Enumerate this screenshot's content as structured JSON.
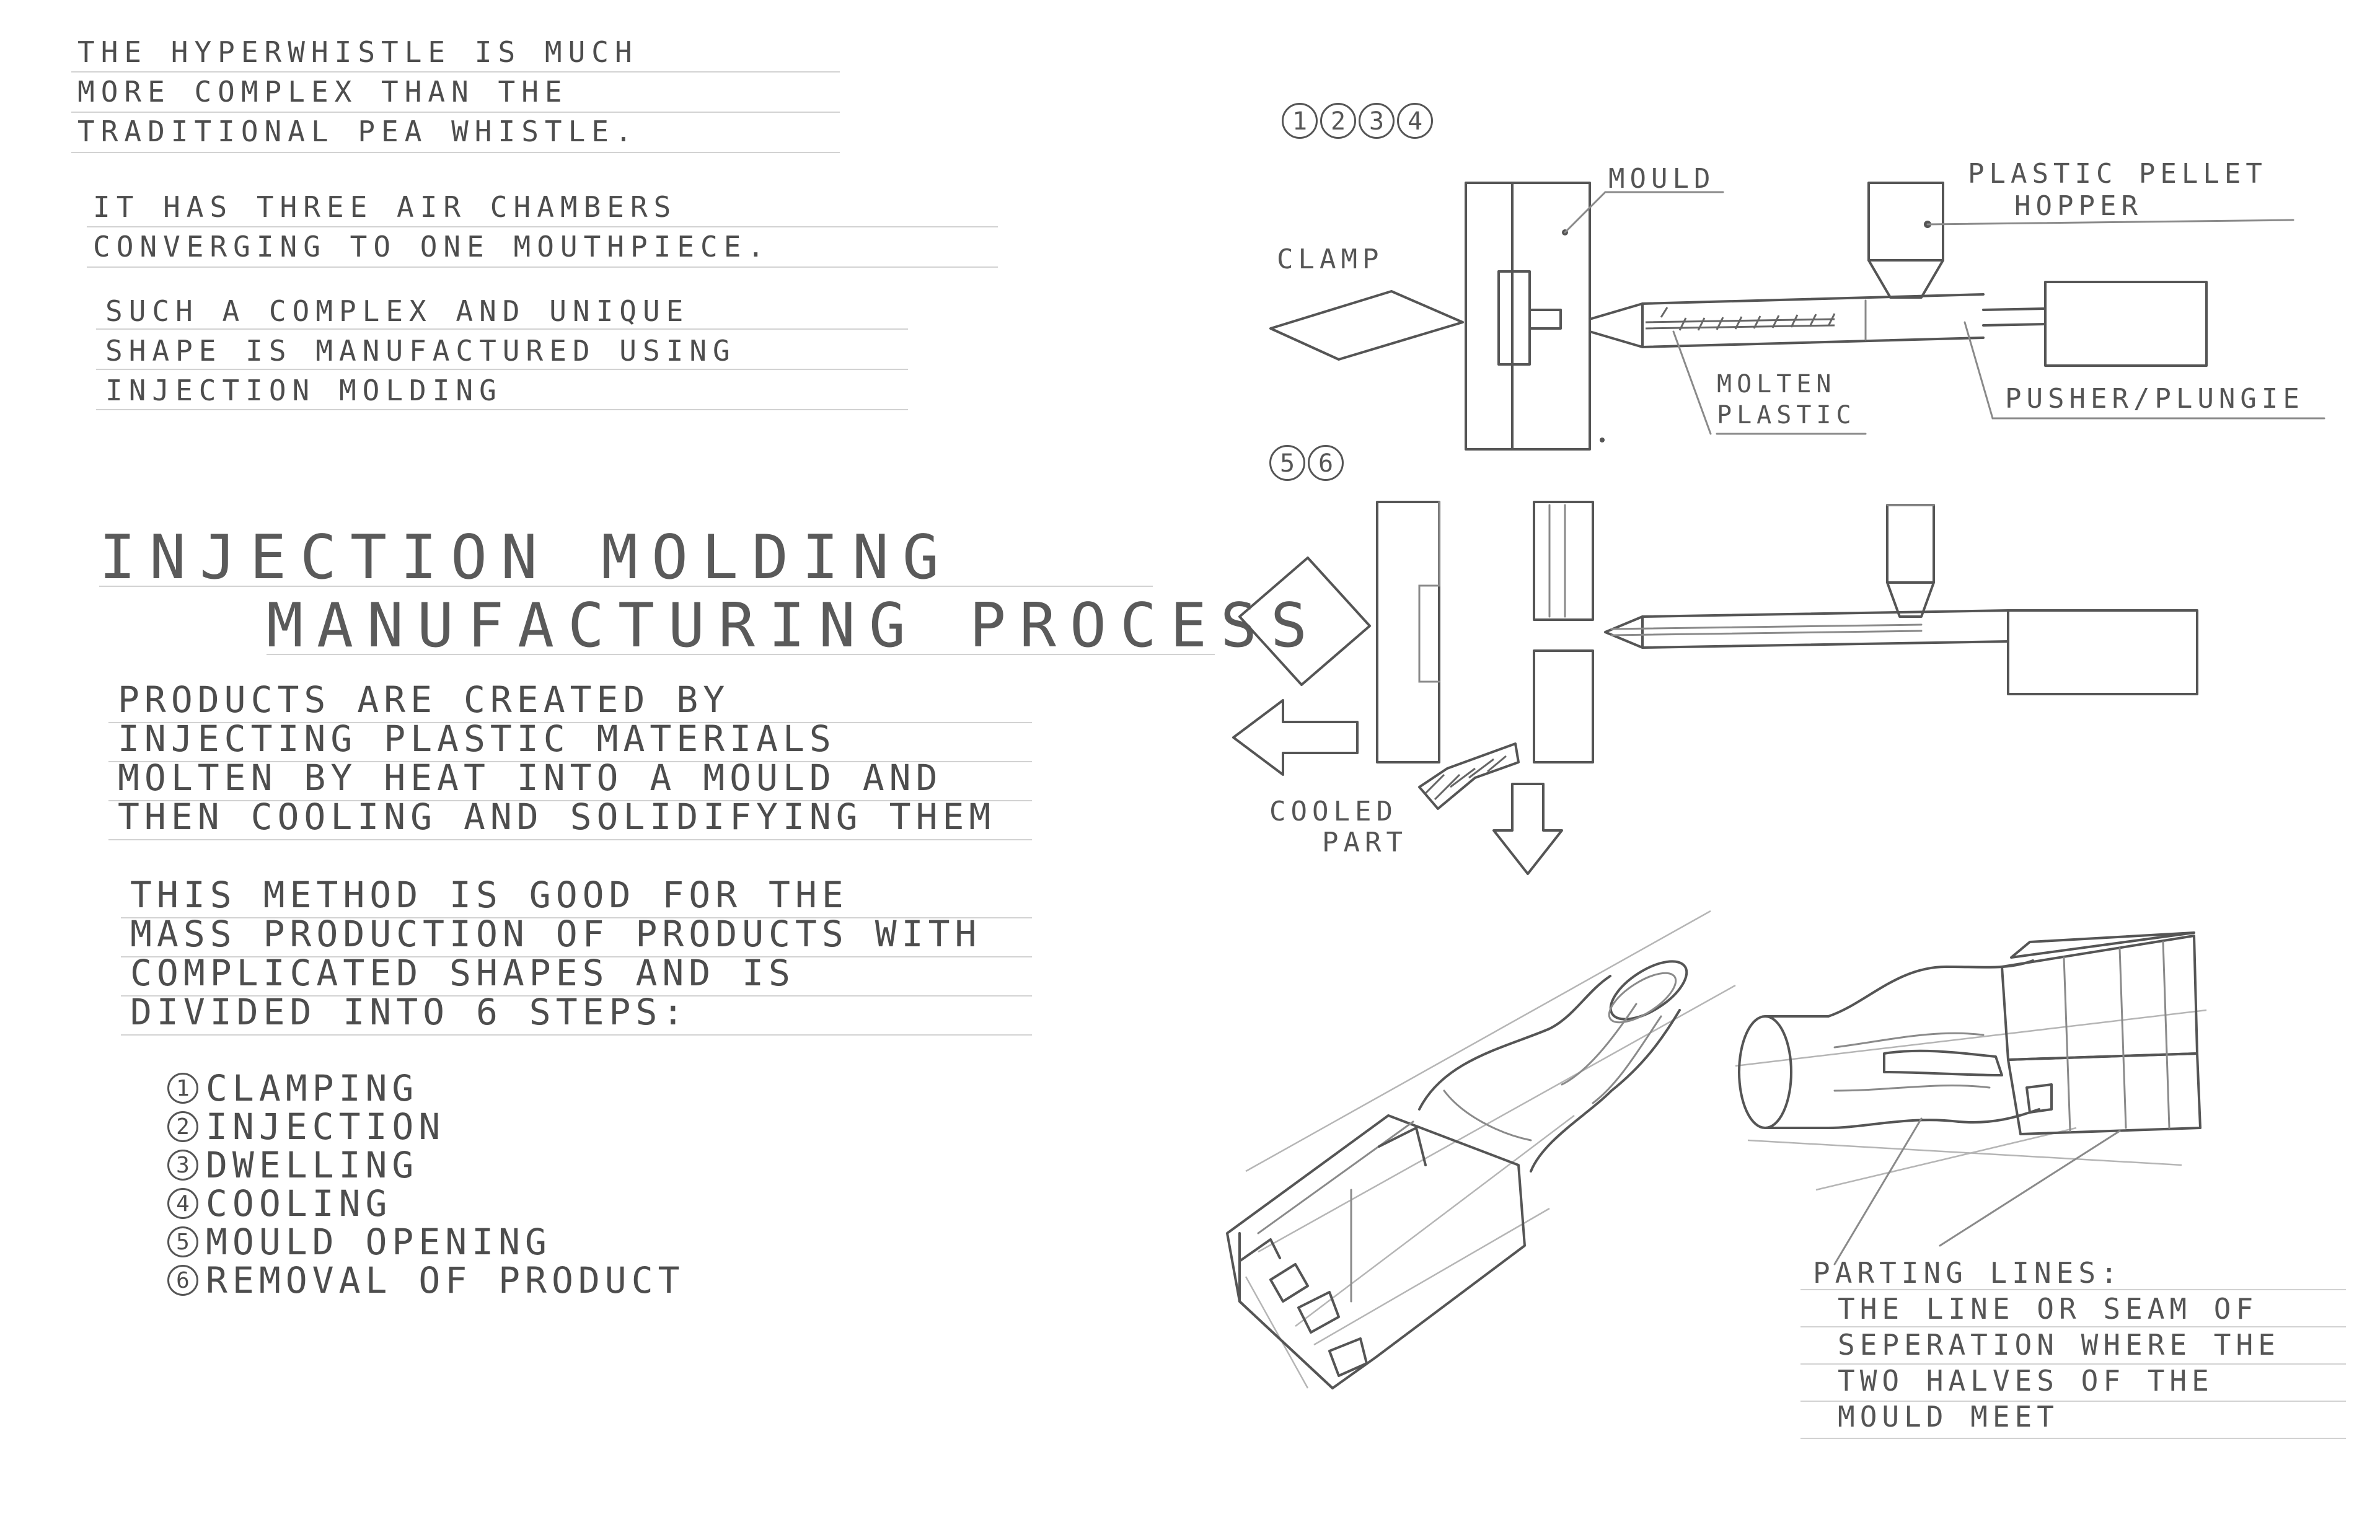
{
  "intro": {
    "lines": [
      "THE HYPERWHISTLE IS MUCH",
      "MORE COMPLEX THAN THE",
      "TRADITIONAL PEA WHISTLE."
    ]
  },
  "chambers": {
    "lines": [
      "IT HAS THREE AIR CHAMBERS",
      "CONVERGING TO ONE MOUTHPIECE."
    ]
  },
  "molding_note": {
    "lines": [
      "SUCH A COMPLEX AND UNIQUE",
      "SHAPE IS MANUFACTURED USING",
      "INJECTION MOLDING"
    ]
  },
  "title": {
    "line1": "INJECTION MOLDING",
    "line2": "MANUFACTURING PROCESS"
  },
  "description": {
    "lines": [
      "PRODUCTS ARE CREATED BY",
      "INJECTING PLASTIC MATERIALS",
      "MOLTEN BY HEAT INTO A MOULD AND",
      "THEN COOLING AND SOLIDIFYING THEM"
    ]
  },
  "method": {
    "lines": [
      "THIS METHOD IS GOOD FOR THE",
      "MASS PRODUCTION OF PRODUCTS WITH",
      "COMPLICATED SHAPES AND IS",
      "DIVIDED INTO 6 STEPS:"
    ]
  },
  "steps": [
    {
      "num": "1",
      "label": "CLAMPING"
    },
    {
      "num": "2",
      "label": "INJECTION"
    },
    {
      "num": "3",
      "label": "DWELLING"
    },
    {
      "num": "4",
      "label": "COOLING"
    },
    {
      "num": "5",
      "label": "MOULD OPENING"
    },
    {
      "num": "6",
      "label": "REMOVAL OF PRODUCT"
    }
  ],
  "diagram_top": {
    "step_numbers": [
      "1",
      "2",
      "3",
      "4"
    ],
    "labels": {
      "mould": "MOULD",
      "clamp": "CLAMP",
      "hopper": [
        "PLASTIC PELLET",
        "HOPPER"
      ],
      "molten": [
        "MOLTEN",
        "PLASTIC"
      ],
      "pusher": "PUSHER/PLUNGIE"
    }
  },
  "diagram_bottom": {
    "step_numbers": [
      "5",
      "6"
    ],
    "labels": {
      "cooled": [
        "COOLED",
        "PART"
      ]
    }
  },
  "parting": {
    "heading": "PARTING LINES:",
    "lines": [
      "THE LINE OR SEAM OF",
      "SEPERATION WHERE THE",
      "TWO HALVES OF THE",
      "MOULD MEET"
    ]
  }
}
